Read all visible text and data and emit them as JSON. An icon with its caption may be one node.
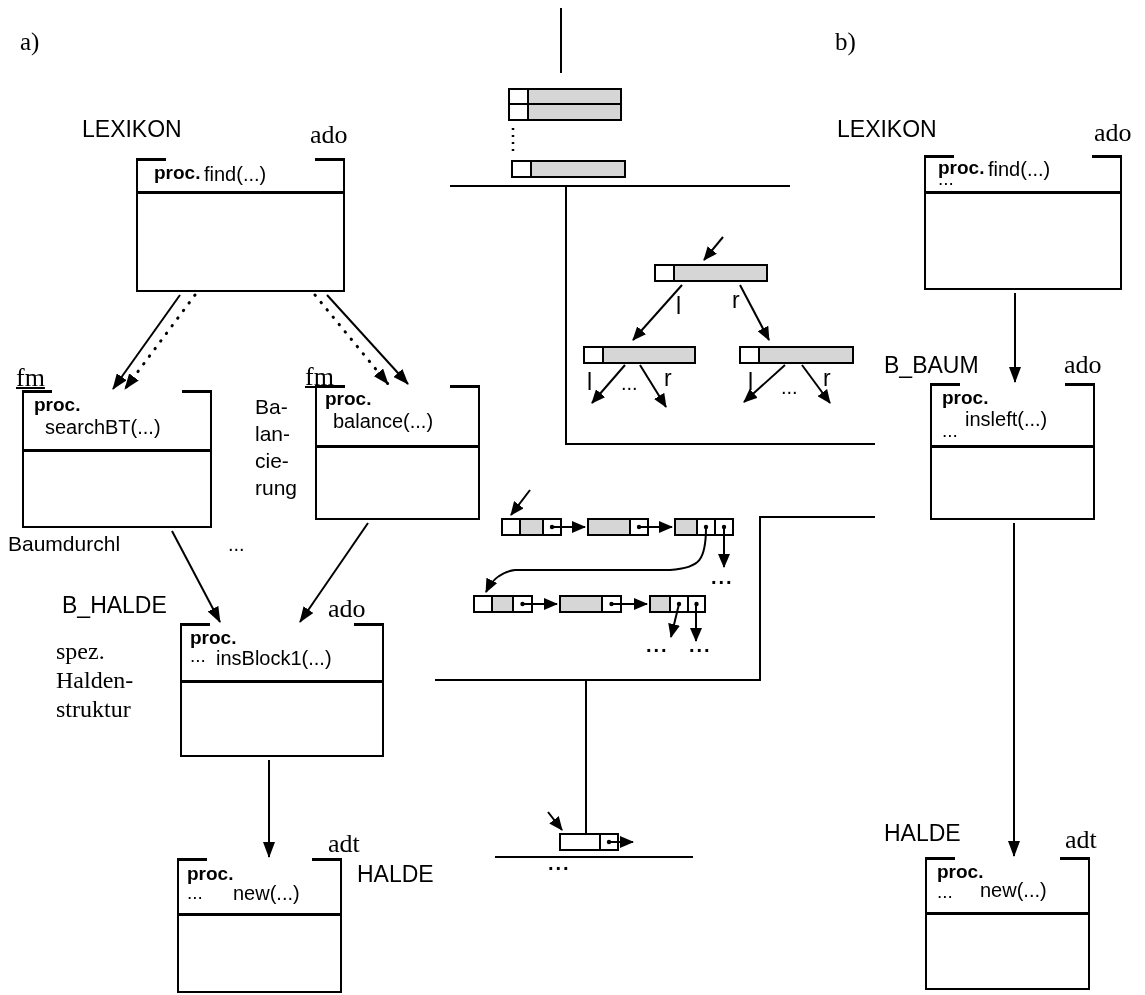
{
  "diagram": {
    "nodes": [
      {
        "text": [
          "LEXIKON",
          "ado",
          "proc.",
          "find(...)"
        ]
      },
      {
        "text": [
          "fm",
          "proc.",
          "searchBT(...)"
        ],
        "beside": [
          "Baumdurchl"
        ]
      },
      {
        "text": [
          "fm",
          "proc.",
          "balance(...)"
        ],
        "beside": [
          "Ba- lan- cie- rung"
        ]
      },
      {
        "text": [
          "B_HALDE",
          "ado",
          "proc.",
          "...",
          "insBlock1(...)"
        ],
        "beside": [
          "spez. Halden- struktur"
        ]
      },
      {
        "text": [
          "adt",
          "HALDE",
          "proc.",
          "...",
          "new(...)"
        ]
      },
      {
        "text": [
          "LEXIKON",
          "ado",
          "proc.",
          "find(...)",
          "..."
        ]
      },
      {
        "text": [
          "B_BAUM",
          "ado",
          "proc.",
          "insleft(...)",
          "..."
        ]
      },
      {
        "text": [
          "HALDE",
          "adt",
          "proc.",
          "...",
          "new(...)"
        ]
      }
    ],
    "edges": [
      {
        "from": 0,
        "to": 1,
        "arrow": "to"
      },
      {
        "from": 0,
        "to": 1,
        "arrow": "to",
        "style": "dashed"
      },
      {
        "from": 0,
        "to": 2,
        "arrow": "to",
        "style": "dashed"
      },
      {
        "from": 0,
        "to": 2,
        "arrow": "to"
      },
      {
        "from": 1,
        "to": 3,
        "arrow": "to"
      },
      {
        "from": 2,
        "to": 3,
        "arrow": "to"
      },
      {
        "from": 3,
        "to": 4,
        "arrow": "to"
      },
      {
        "from": 5,
        "to": 6,
        "arrow": "to"
      },
      {
        "from": 6,
        "to": 7,
        "arrow": "to"
      }
    ],
    "labels": [
      "a)",
      "b)",
      "l",
      "r",
      "l",
      "...",
      "r",
      "l",
      "...",
      "r",
      "...",
      "...",
      "...",
      "...",
      "..."
    ]
  }
}
